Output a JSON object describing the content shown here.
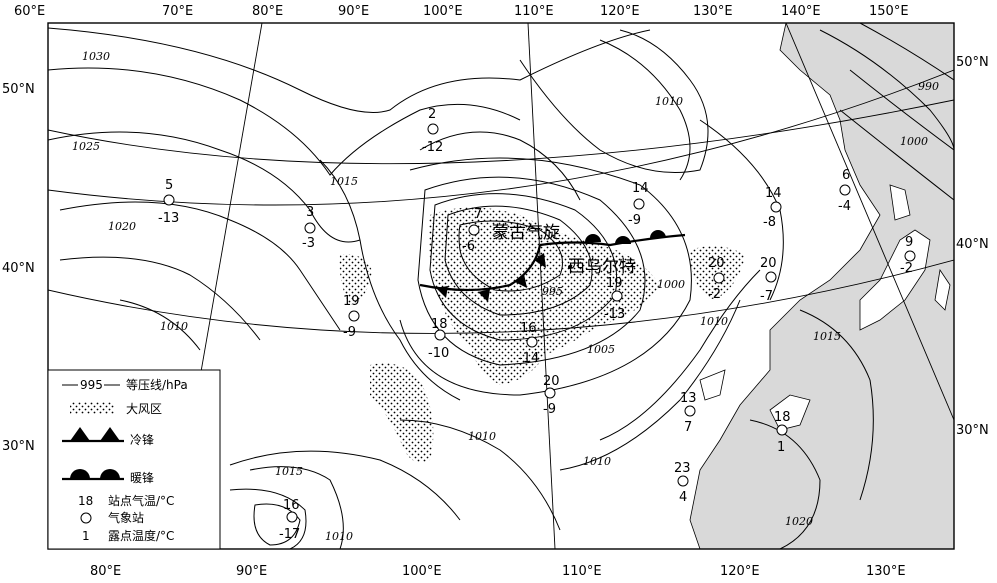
{
  "map": {
    "top_lon_labels": [
      "60°E",
      "70°E",
      "80°E",
      "90°E",
      "100°E",
      "110°E",
      "120°E",
      "130°E",
      "140°E",
      "150°E"
    ],
    "bottom_lon_labels": [
      "80°E",
      "90°E",
      "100°E",
      "110°E",
      "120°E",
      "130°E"
    ],
    "left_lat_labels": [
      "50°N",
      "40°N",
      "30°N"
    ],
    "right_lat_labels": [
      "50°N",
      "40°N",
      "30°N"
    ],
    "isobar_labels": [
      "1030",
      "1025",
      "1020",
      "1015",
      "1010",
      "1010",
      "1010",
      "1015",
      "995",
      "1000",
      "1005",
      "1010",
      "1010",
      "1015",
      "1020",
      "990",
      "1000",
      "1010"
    ],
    "pressure_systems": [
      {
        "name": "蒙古气旋"
      },
      {
        "name": "西乌尔特"
      }
    ],
    "stations": [
      {
        "temp": "2",
        "dew": "-12"
      },
      {
        "temp": "5",
        "dew": "-13"
      },
      {
        "temp": "3",
        "dew": "-3"
      },
      {
        "temp": "7",
        "dew": "-6"
      },
      {
        "temp": "14",
        "dew": "-9"
      },
      {
        "temp": "14",
        "dew": "-8"
      },
      {
        "temp": "6",
        "dew": "-4"
      },
      {
        "temp": "9",
        "dew": "-2"
      },
      {
        "temp": "20",
        "dew": "-2"
      },
      {
        "temp": "20",
        "dew": "-7"
      },
      {
        "temp": "19",
        "dew": "-13"
      },
      {
        "temp": "19",
        "dew": "-9"
      },
      {
        "temp": "18",
        "dew": "-10"
      },
      {
        "temp": "16",
        "dew": "-14"
      },
      {
        "temp": "20",
        "dew": "-9"
      },
      {
        "temp": "13",
        "dew": "7"
      },
      {
        "temp": "18",
        "dew": "1"
      },
      {
        "temp": "23",
        "dew": "4"
      },
      {
        "temp": "16",
        "dew": "-17"
      }
    ],
    "colors": {
      "sea": "#d9d9d9",
      "line": "#000000"
    }
  },
  "legend": {
    "isobar_sample": "995",
    "isobar_label": "等压线/hPa",
    "wind_label": "大风区",
    "cold_front_label": "冷锋",
    "warm_front_label": "暖锋",
    "station_sample_temp": "18",
    "station_temp_label": "站点气温/°C",
    "station_label": "气象站",
    "station_sample_dew": "1",
    "dew_label": "露点温度/°C"
  }
}
